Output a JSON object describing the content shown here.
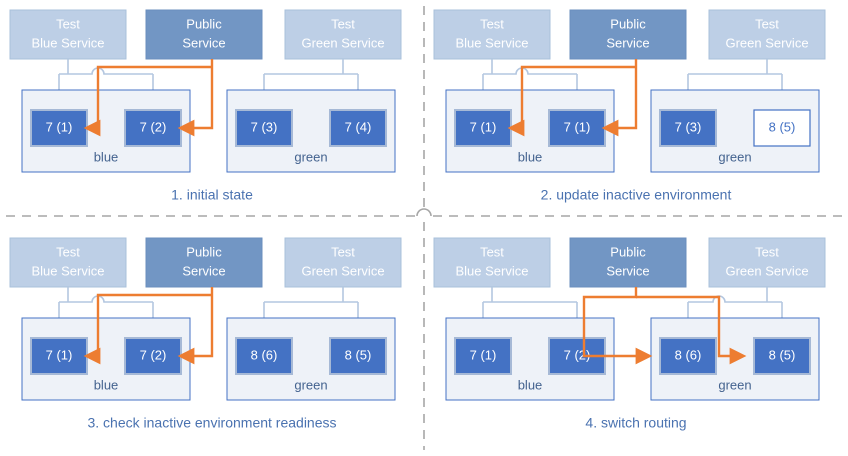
{
  "colors": {
    "service_light_fill": "#bdcfe6",
    "service_light_border": "#a9c0db",
    "service_dark_fill": "#7296c4",
    "service_dark_border": "#6b8fbe",
    "node_fill": "#4472c4",
    "node_border": "#a6b9d6",
    "node_empty_fill": "#ffffff",
    "node_empty_border": "#4472c4",
    "env_fill": "#eef2f8",
    "env_border": "#4472c4",
    "connector_blue": "#b4c7e0",
    "connector_orange": "#ed7d31",
    "caption_text": "#4a72b0",
    "env_text": "#44638f",
    "divider": "#a6a6a6",
    "node_text_light": "#ffffff",
    "node_text_dark": "#4472c4"
  },
  "services": {
    "test_blue": "Test\nBlue Service",
    "test_blue_line1": "Test",
    "test_blue_line2": "Blue Service",
    "public_line1": "Public",
    "public_line2": "Service",
    "test_green_line1": "Test",
    "test_green_line2": "Green Service"
  },
  "environments": {
    "blue": "blue",
    "green": "green"
  },
  "panels": [
    {
      "id": "panel-1",
      "caption": "1. initial state",
      "services": {
        "test_blue": {
          "line1": "Test",
          "line2": "Blue Service",
          "style": "light"
        },
        "public": {
          "line1": "Public",
          "line2": "Service",
          "style": "dark"
        },
        "test_green": {
          "line1": "Test",
          "line2": "Green Service",
          "style": "light"
        }
      },
      "blue_env": {
        "label": "blue",
        "nodes": [
          {
            "label": "7 (1)",
            "style": "filled"
          },
          {
            "label": "7 (2)",
            "style": "filled"
          }
        ]
      },
      "green_env": {
        "label": "green",
        "nodes": [
          {
            "label": "7 (3)",
            "style": "filled"
          },
          {
            "label": "7 (4)",
            "style": "filled"
          }
        ]
      },
      "public_routes_to": "blue"
    },
    {
      "id": "panel-2",
      "caption": "2. update inactive environment",
      "services": {
        "test_blue": {
          "line1": "Test",
          "line2": "Blue Service",
          "style": "light"
        },
        "public": {
          "line1": "Public",
          "line2": "Service",
          "style": "dark"
        },
        "test_green": {
          "line1": "Test",
          "line2": "Green Service",
          "style": "light"
        }
      },
      "blue_env": {
        "label": "blue",
        "nodes": [
          {
            "label": "7 (1)",
            "style": "filled"
          },
          {
            "label": "7 (1)",
            "style": "filled"
          }
        ]
      },
      "green_env": {
        "label": "green",
        "nodes": [
          {
            "label": "7 (3)",
            "style": "filled"
          },
          {
            "label": "8 (5)",
            "style": "empty"
          }
        ]
      },
      "public_routes_to": "blue"
    },
    {
      "id": "panel-3",
      "caption": "3. check inactive environment readiness",
      "services": {
        "test_blue": {
          "line1": "Test",
          "line2": "Blue Service",
          "style": "light"
        },
        "public": {
          "line1": "Public",
          "line2": "Service",
          "style": "dark"
        },
        "test_green": {
          "line1": "Test",
          "line2": "Green Service",
          "style": "light"
        }
      },
      "blue_env": {
        "label": "blue",
        "nodes": [
          {
            "label": "7 (1)",
            "style": "filled"
          },
          {
            "label": "7 (2)",
            "style": "filled"
          }
        ]
      },
      "green_env": {
        "label": "green",
        "nodes": [
          {
            "label": "8 (6)",
            "style": "filled"
          },
          {
            "label": "8 (5)",
            "style": "filled"
          }
        ]
      },
      "public_routes_to": "blue"
    },
    {
      "id": "panel-4",
      "caption": "4. switch routing",
      "services": {
        "test_blue": {
          "line1": "Test",
          "line2": "Blue Service",
          "style": "light"
        },
        "public": {
          "line1": "Public",
          "line2": "Service",
          "style": "dark"
        },
        "test_green": {
          "line1": "Test",
          "line2": "Green Service",
          "style": "light"
        }
      },
      "blue_env": {
        "label": "blue",
        "nodes": [
          {
            "label": "7 (1)",
            "style": "filled"
          },
          {
            "label": "7 (2)",
            "style": "filled"
          }
        ]
      },
      "green_env": {
        "label": "green",
        "nodes": [
          {
            "label": "8 (6)",
            "style": "filled"
          },
          {
            "label": "8 (5)",
            "style": "filled"
          }
        ]
      },
      "public_routes_to": "green"
    }
  ]
}
